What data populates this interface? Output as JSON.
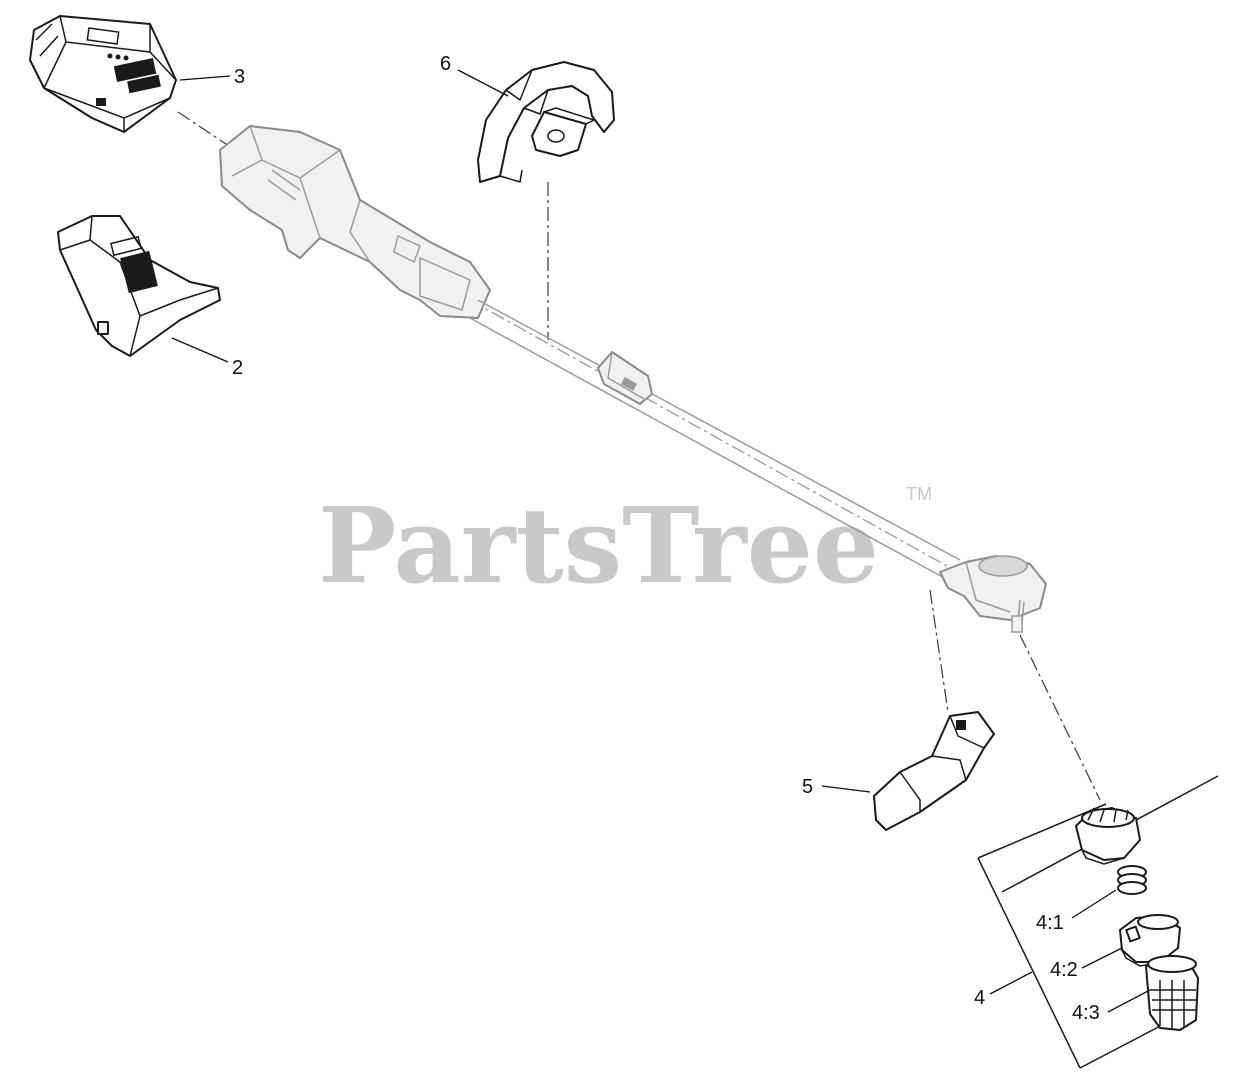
{
  "watermark": {
    "text": "PartsTree",
    "trademark": "TM"
  },
  "callouts": {
    "c2": "2",
    "c3": "3",
    "c4": "4",
    "c4_1": "4:1",
    "c4_2": "4:2",
    "c4_3": "4:3",
    "c5": "5",
    "c6": "6"
  },
  "colors": {
    "line": "#1a1a1a",
    "watermark": "#c9c9c9",
    "faded": "#9a9a9a",
    "background": "#ffffff"
  }
}
